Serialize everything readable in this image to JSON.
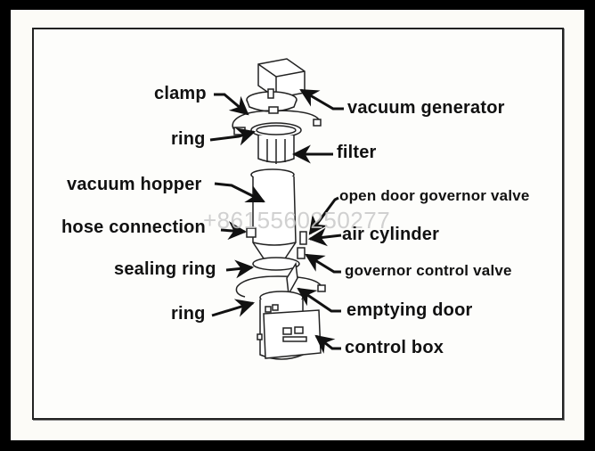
{
  "diagram": {
    "title": "Vacuum feeder components",
    "watermark": "+8615560250277",
    "labels_left": [
      {
        "id": "clamp",
        "text": "clamp"
      },
      {
        "id": "ring-top",
        "text": "ring"
      },
      {
        "id": "vacuum-hopper",
        "text": "vacuum hopper"
      },
      {
        "id": "hose-connection",
        "text": "hose connection"
      },
      {
        "id": "sealing-ring",
        "text": "sealing ring"
      },
      {
        "id": "ring-bottom",
        "text": "ring"
      }
    ],
    "labels_right": [
      {
        "id": "vacuum-generator",
        "text": "vacuum generator"
      },
      {
        "id": "filter",
        "text": "filter"
      },
      {
        "id": "open-door-governor-valve",
        "text": "open door governor valve"
      },
      {
        "id": "air-cylinder",
        "text": "air cylinder"
      },
      {
        "id": "governor-control-valve",
        "text": "governor control valve"
      },
      {
        "id": "emptying-door",
        "text": "emptying door"
      },
      {
        "id": "control-box",
        "text": "control box"
      }
    ]
  }
}
